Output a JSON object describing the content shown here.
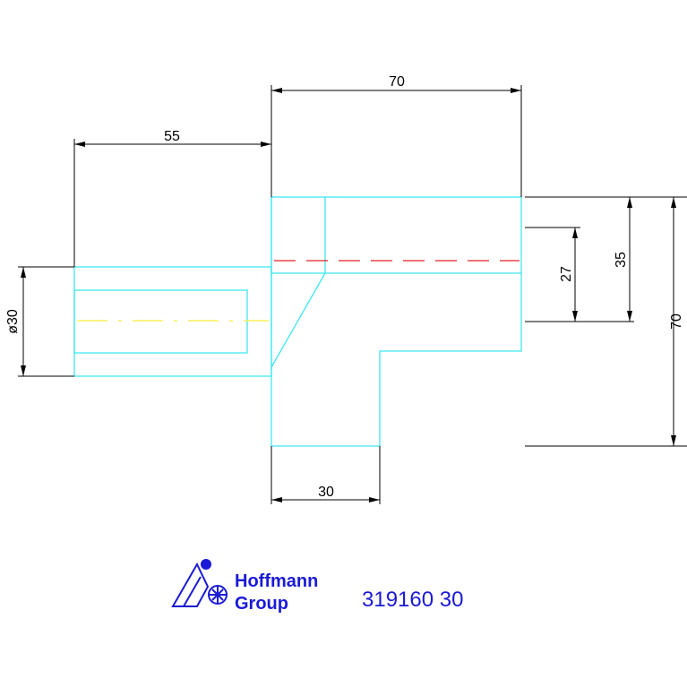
{
  "colors": {
    "outline": "#3fe7f2",
    "dimension": "#000000",
    "center_line_red": "#e02020",
    "center_line_yellow": "#f2ee3a",
    "brand": "#1a1ad6"
  },
  "dimensions": {
    "top_70": "70",
    "top_55": "55",
    "bottom_30": "30",
    "left_dia_30": "ø30",
    "right_27": "27",
    "right_35": "35",
    "right_70": "70"
  },
  "brand": {
    "name_line1": "Hoffmann",
    "name_line2": "Group",
    "logo_icon": "hoffmann-logo-icon"
  },
  "part_number": "319160 30"
}
